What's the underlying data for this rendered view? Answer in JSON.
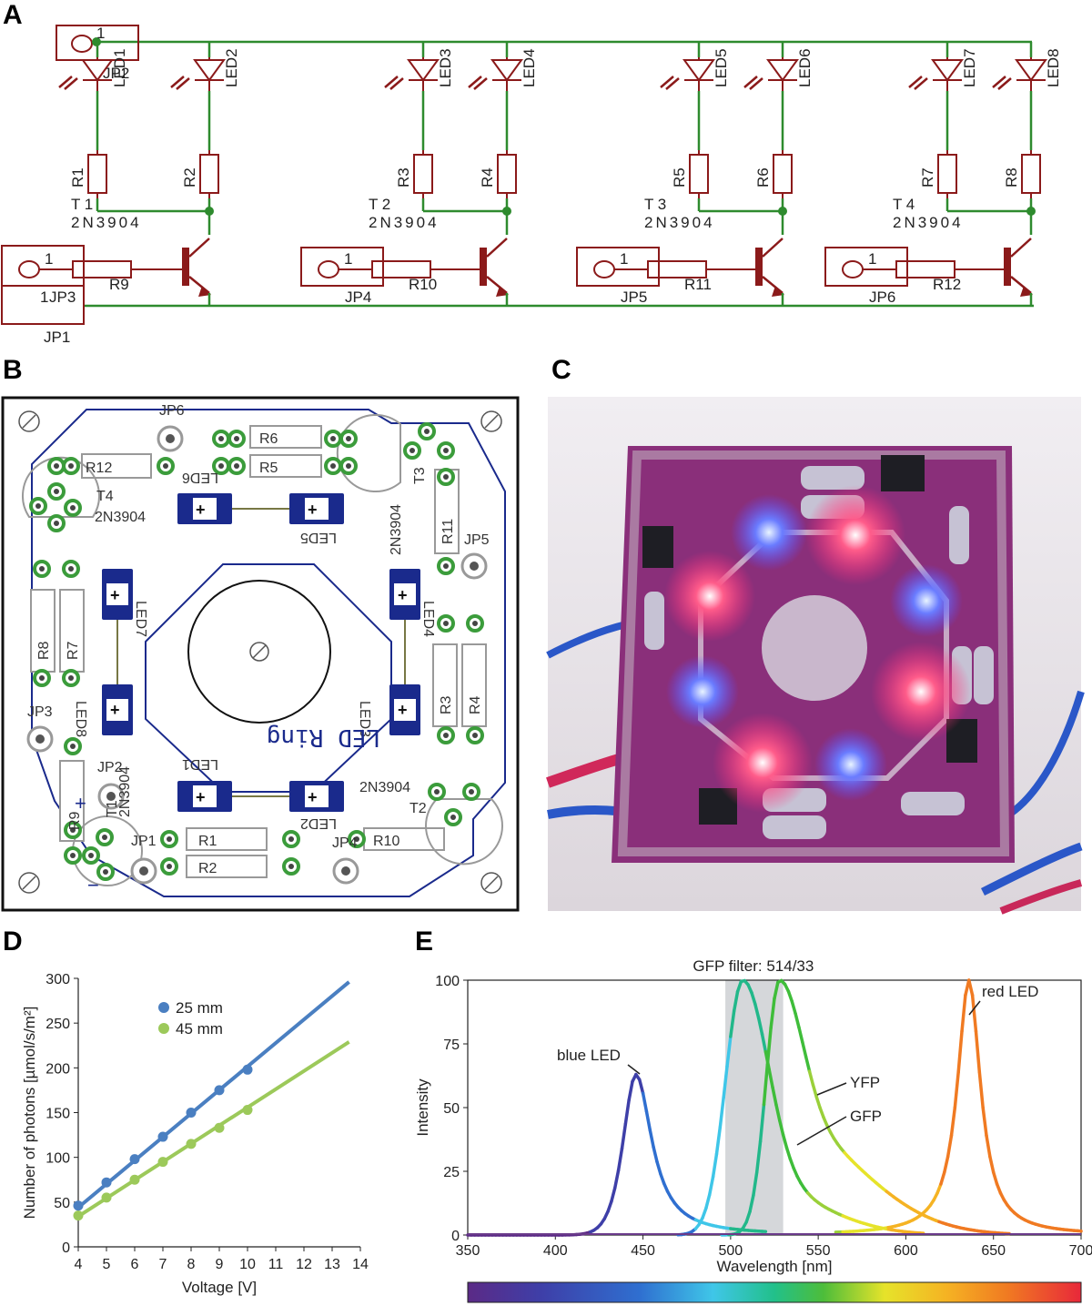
{
  "panels": {
    "a": "A",
    "b": "B",
    "c": "C",
    "d": "D",
    "e": "E"
  },
  "schematic": {
    "stages": [
      {
        "t": "T 1",
        "part": "2N3904",
        "led_a": "LED1",
        "led_b": "LED2",
        "r_a": "R1",
        "r_b": "R2",
        "r_base": "R9",
        "jp": "JP3"
      },
      {
        "t": "T 2",
        "part": "2N3904",
        "led_a": "LED3",
        "led_b": "LED4",
        "r_a": "R3",
        "r_b": "R4",
        "r_base": "R10",
        "jp": "JP4"
      },
      {
        "t": "T 3",
        "part": "2N3904",
        "led_a": "LED5",
        "led_b": "LED6",
        "r_a": "R5",
        "r_b": "R6",
        "r_base": "R11",
        "jp": "JP5"
      },
      {
        "t": "T 4",
        "part": "2N3904",
        "led_a": "LED7",
        "led_b": "LED8",
        "r_a": "R7",
        "r_b": "R8",
        "r_base": "R12",
        "jp": "JP6"
      }
    ],
    "pin1": "1",
    "jp1": "JP1",
    "jp2": "JP2"
  },
  "pcb": {
    "board_text": "LED Ring",
    "labels": {
      "jp6": "JP6",
      "r12": "R12",
      "t4": "T4",
      "t4_part": "2N3904",
      "r6": "R6",
      "r5": "R5",
      "led6": "LED6",
      "led5": "LED5",
      "t3": "T3",
      "t3_part": "2N3904",
      "r11": "R11",
      "jp5": "JP5",
      "r8": "R8",
      "r7": "R7",
      "led7": "LED7",
      "led4": "LED4",
      "jp3": "JP3",
      "led8": "LED8",
      "led3": "LED3",
      "r3": "R3",
      "r4": "R4",
      "jp1": "JP1",
      "t1": "T1",
      "t1_part": "2N3904",
      "r9": "R9",
      "led1": "LED1",
      "led2": "LED2",
      "t2_part": "2N3904",
      "t2": "T2",
      "r1": "R1",
      "r2": "R2",
      "jp4": "JP4",
      "r10": "R10",
      "plus": "+",
      "minus": "−",
      "jp2": "JP2"
    }
  },
  "chart_data": [
    {
      "type": "scatter",
      "xlabel": "Voltage [V]",
      "ylabel": "Number of photons [µmol/s/m²]",
      "xlim": [
        4,
        14
      ],
      "ylim": [
        0,
        300
      ],
      "xticks": [
        "4",
        "5",
        "6",
        "7",
        "8",
        "9",
        "10",
        "11",
        "12",
        "13",
        "14"
      ],
      "yticks": [
        "0",
        "50",
        "100",
        "150",
        "200",
        "250",
        "300"
      ],
      "legend_position": "top-left",
      "grid": false,
      "series": [
        {
          "name": "25 mm",
          "color": "#4a7fc1",
          "x": [
            4,
            5,
            6,
            7,
            8,
            9,
            10
          ],
          "y": [
            46,
            72,
            98,
            123,
            150,
            175,
            198
          ],
          "fit": [
            [
              4,
              44
            ],
            [
              13.6,
              296
            ]
          ]
        },
        {
          "name": "45 mm",
          "color": "#9cc95a",
          "x": [
            4,
            5,
            6,
            7,
            8,
            9,
            10
          ],
          "y": [
            35,
            55,
            75,
            95,
            115,
            133,
            153
          ],
          "fit": [
            [
              4,
              34
            ],
            [
              13.6,
              229
            ]
          ]
        }
      ]
    },
    {
      "type": "line",
      "xlabel": "Wavelength [nm]",
      "ylabel": "Intensity",
      "xlim": [
        350,
        700
      ],
      "ylim": [
        0,
        100
      ],
      "xticks": [
        "350",
        "400",
        "450",
        "500",
        "550",
        "600",
        "650",
        "700"
      ],
      "yticks": [
        "0",
        "25",
        "50",
        "75",
        "100"
      ],
      "shaded_band": {
        "label": "GFP filter: 514/33",
        "from": 497,
        "to": 530
      },
      "series": [
        {
          "name": "blue LED",
          "peak": 446,
          "height": 63
        },
        {
          "name": "GFP",
          "peak": 507,
          "height": 100
        },
        {
          "name": "YFP",
          "peak": 528,
          "height": 100
        },
        {
          "name": "red LED",
          "peak": 636,
          "height": 100
        }
      ]
    }
  ]
}
